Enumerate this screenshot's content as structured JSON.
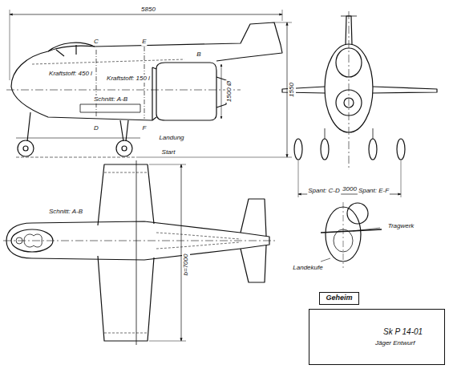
{
  "diagram": {
    "nodes": [
      {
        "text": [
          "Geheim"
        ]
      },
      {
        "text": [
          "Jäger Entwurf",
          "Sk P 14-01"
        ]
      }
    ],
    "labels": [
      "5850",
      "1550",
      "1500 Ø",
      "C",
      "D",
      "E",
      "F",
      "B",
      "Kraftstoff: 450 l",
      "Kraftstoff: 150 l",
      "Schnitt: A-B",
      "Landung",
      "Start",
      "3000",
      "Schnitt: A-B",
      "b=7000",
      "Spant: C-D",
      "Spant: E-F",
      "Tragwerk",
      "Landekufe"
    ]
  }
}
